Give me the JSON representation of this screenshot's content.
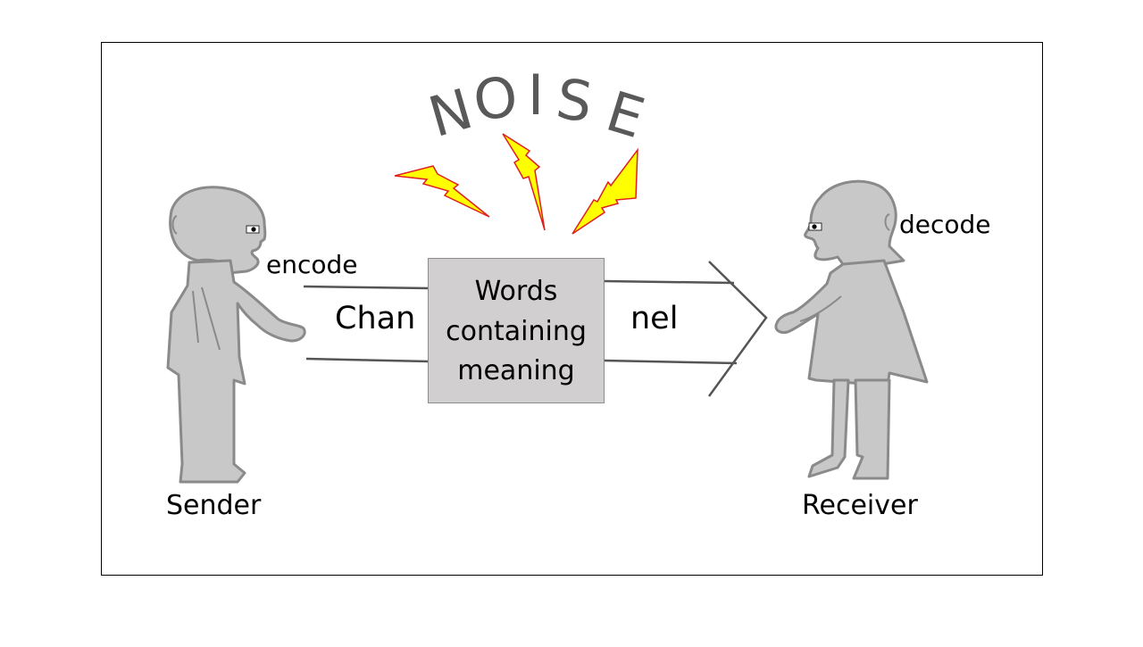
{
  "diagram": {
    "noise_letters": [
      "N",
      "O",
      "I",
      "S",
      "E"
    ],
    "box_lines": [
      "Words",
      "containing",
      "meaning"
    ],
    "channel_left": "Chan",
    "channel_right": "nel",
    "encode": "encode",
    "decode": "decode",
    "sender": "Sender",
    "receiver": "Receiver"
  },
  "colors": {
    "figure_fill": "#c8c8c8",
    "figure_stroke": "#8a8a8a",
    "box_fill": "#d1cfcf",
    "box_stroke": "#8c8c8c",
    "noise_text": "#595959",
    "bolt_fill": "#ffff00",
    "bolt_stroke": "#e02020",
    "line": "#555555"
  }
}
